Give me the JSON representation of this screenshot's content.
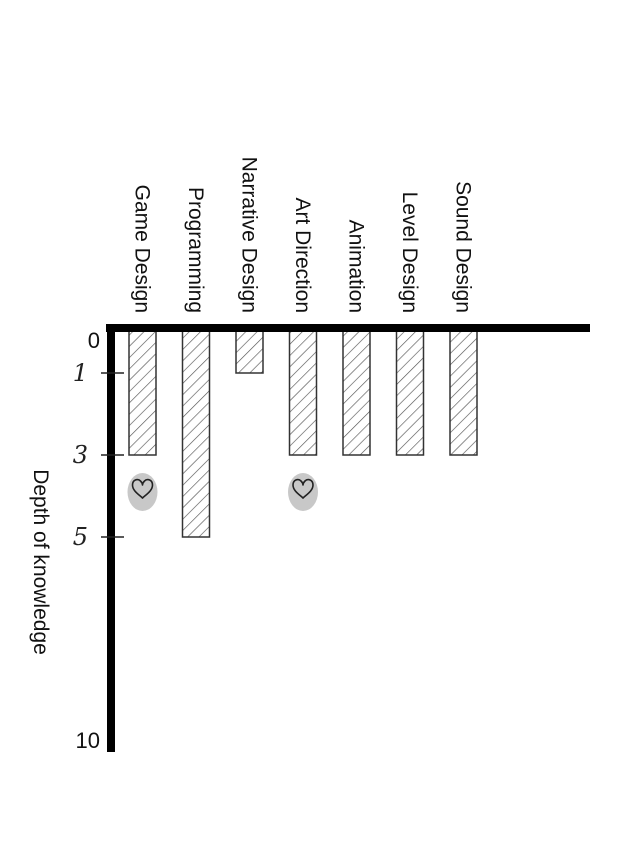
{
  "chart_data": {
    "type": "bar",
    "orientation": "vertical-down",
    "categories": [
      "Game Design",
      "Programming",
      "Narrative Design",
      "Art Direction",
      "Animation",
      "Level Design",
      "Sound Design"
    ],
    "values": [
      3,
      5,
      1,
      3,
      3,
      3,
      3
    ],
    "ylabel": "Depth of knowledge",
    "ylim": [
      0,
      10
    ],
    "ticks": [
      {
        "value": 0,
        "label": "0",
        "style": "plain"
      },
      {
        "value": 1,
        "label": "1",
        "style": "hand"
      },
      {
        "value": 3,
        "label": "3",
        "style": "hand"
      },
      {
        "value": 5,
        "label": "5",
        "style": "hand"
      },
      {
        "value": 10,
        "label": "10",
        "style": "plain"
      }
    ],
    "hearts_on": [
      "Game Design",
      "Art Direction"
    ],
    "grid": false,
    "bar_fill": "hatched",
    "colors": {
      "axis": "#000000",
      "bar_stroke": "#333333",
      "hatch": "#555555",
      "heart": "#c8c8c8"
    }
  }
}
